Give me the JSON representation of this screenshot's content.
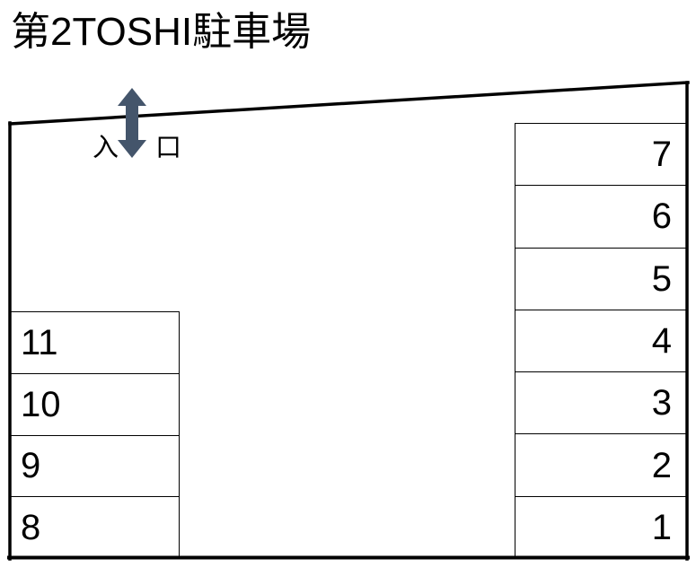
{
  "map": {
    "title": "第2TOSHI駐車場",
    "entrance": {
      "arrow_icon": "double-headed-vertical-arrow-icon",
      "arrow_color": "#44556B",
      "label_left": "入",
      "label_right": "口",
      "label_full": "入口"
    },
    "outline_color": "#000000",
    "background_color": "#FFFFFF",
    "stall_columns": [
      {
        "id": "right",
        "position": "right",
        "number_align": "right",
        "stalls": [
          {
            "number": "7"
          },
          {
            "number": "6"
          },
          {
            "number": "5"
          },
          {
            "number": "4"
          },
          {
            "number": "3"
          },
          {
            "number": "2"
          },
          {
            "number": "1"
          }
        ]
      },
      {
        "id": "left",
        "position": "left",
        "number_align": "left",
        "stalls": [
          {
            "number": "11"
          },
          {
            "number": "10"
          },
          {
            "number": "9"
          },
          {
            "number": "8"
          }
        ]
      }
    ]
  }
}
